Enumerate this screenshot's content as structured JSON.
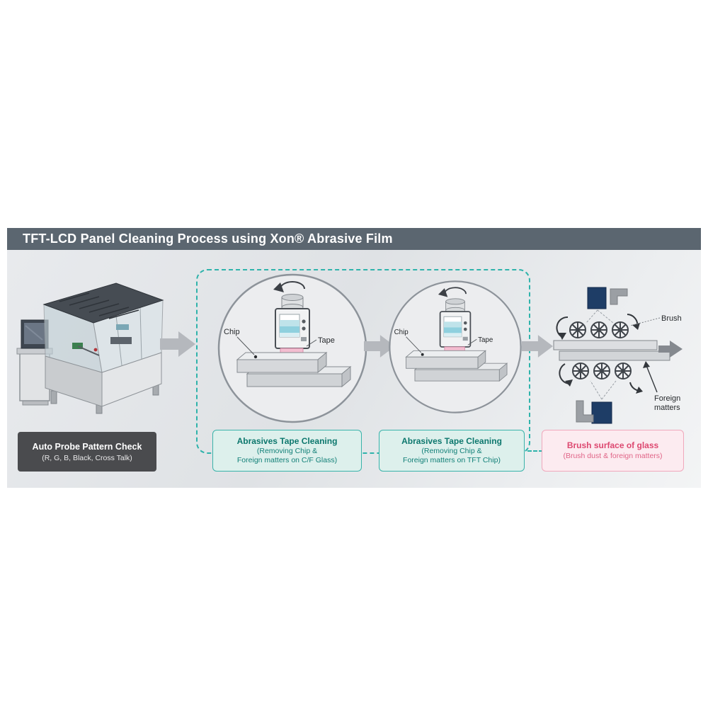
{
  "title": {
    "text": "TFT-LCD Panel Cleaning Process using Xon® Abrasive Film"
  },
  "probe_label": {
    "title": "Auto Probe Pattern Check",
    "subtitle": "(R, G, B, Black, Cross Talk)"
  },
  "stage1": {
    "chip_label": "Chip",
    "tape_label": "Tape"
  },
  "stage2": {
    "chip_label": "Chip",
    "tape_label": "Tape"
  },
  "brush": {
    "brush_label": "Brush",
    "foreign_line1": "Foreign",
    "foreign_line2": "matters"
  },
  "box1": {
    "title": "Abrasives Tape Cleaning",
    "line1": "(Removing Chip &",
    "line2": "Foreign matters on C/F Glass)"
  },
  "box2": {
    "title": "Abrasives Tape Cleaning",
    "line1": "(Removing Chip &",
    "line2": "Foreign matters on TFT Chip)"
  },
  "box3": {
    "title": "Brush surface of glass",
    "line1": "(Brush dust & foreign matters)"
  },
  "colors": {
    "title_bar_bg": "#5b6670",
    "band_gray": "#e3e5e8",
    "dark_label_bg": "#4a4b4e",
    "accent_teal": "#2fb3ab",
    "teal_box_fill": "#ddf0ec",
    "teal_text": "#0c776d",
    "pink_box_fill": "#fcebf0",
    "pink_border": "#f0a8bc",
    "pink_text": "#dd4870",
    "flow_arrow_gray": "#b5b8bd",
    "navy_block": "#1e3d66"
  },
  "icons": {
    "flow_arrow": "right-arrow",
    "rotation_arrow": "counterclockwise-rotation-arrow"
  }
}
